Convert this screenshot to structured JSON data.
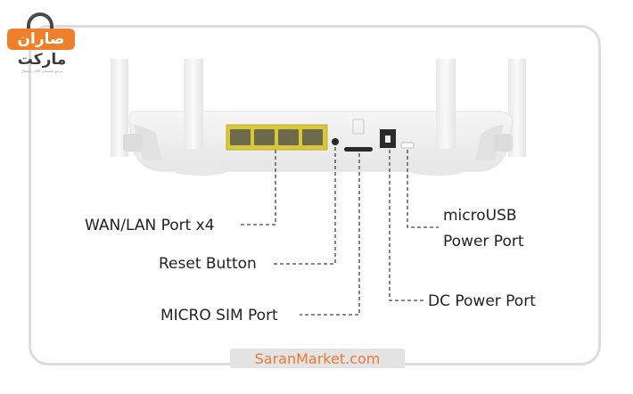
{
  "logo": {
    "name_line1": "صاران",
    "name_line2": "مارکت",
    "tagline": "مرجع تخصصی کالای دیجیتال",
    "brand_color": "#f07f2b"
  },
  "diagram": {
    "subject": "4G router rear panel",
    "callouts": [
      {
        "id": "wan-lan",
        "label": "WAN/LAN Port x4"
      },
      {
        "id": "reset",
        "label": "Reset Button"
      },
      {
        "id": "sim",
        "label": "MICRO SIM Port"
      },
      {
        "id": "dc",
        "label": "DC Power Port"
      },
      {
        "id": "usb",
        "label_line1": "microUSB",
        "label_line2": "Power Port"
      }
    ],
    "port_color": "#d9c73a"
  },
  "footer": {
    "site": "SaranMarket.com",
    "site_color": "#e8793a"
  }
}
